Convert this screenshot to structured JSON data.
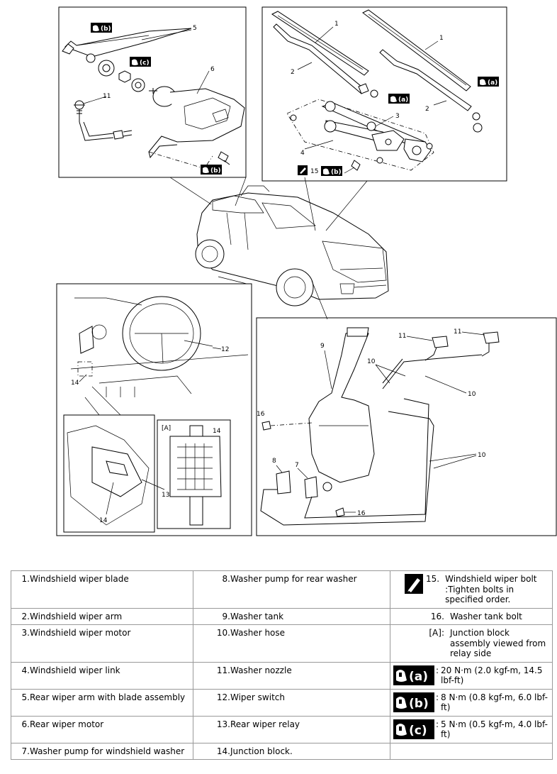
{
  "diagram": {
    "callouts": {
      "n1a": "1",
      "n1b": "1",
      "n2a": "2",
      "n2b": "2",
      "n3": "3",
      "n4": "4",
      "n5": "5",
      "n6": "6",
      "n7": "7",
      "n8": "8",
      "n9": "9",
      "n10a": "10",
      "n10b": "10",
      "n10c": "10",
      "n11a": "11",
      "n11b": "11",
      "n11c": "11",
      "n12": "12",
      "n13": "13",
      "n14a": "14",
      "n14b": "14",
      "n14c": "14",
      "n15": "15",
      "n16a": "16",
      "n16b": "16",
      "view_a": "[A]"
    },
    "torque_tags": {
      "a": "(a)",
      "b": "(b)",
      "c": "(c)"
    }
  },
  "legend": {
    "col1": [
      {
        "num": "1.",
        "text": "Windshield wiper blade"
      },
      {
        "num": "2.",
        "text": "Windshield wiper arm"
      },
      {
        "num": "3.",
        "text": "Windshield wiper motor"
      },
      {
        "num": "4.",
        "text": "Windshield wiper link"
      },
      {
        "num": "5.",
        "text": "Rear wiper arm with blade assembly"
      },
      {
        "num": "6.",
        "text": "Rear wiper motor"
      },
      {
        "num": "7.",
        "text": "Washer pump for windshield washer"
      }
    ],
    "col2": [
      {
        "num": "8.",
        "text": "Washer pump for rear washer"
      },
      {
        "num": "9.",
        "text": "Washer tank"
      },
      {
        "num": "10.",
        "text": "Washer hose"
      },
      {
        "num": "11.",
        "text": "Washer nozzle"
      },
      {
        "num": "12.",
        "text": "Wiper switch"
      },
      {
        "num": "13.",
        "text": "Rear wiper relay"
      },
      {
        "num": "14.",
        "text": "Junction block."
      }
    ],
    "col3": [
      {
        "num": "15.",
        "text": "Windshield wiper bolt :Tighten bolts in specified order."
      },
      {
        "num": "16.",
        "text": "Washer tank bolt"
      },
      {
        "num": "[A]:",
        "text": "Junction block assembly viewed from relay side"
      },
      {
        "tag": "(a)",
        "text": "20 N·m (2.0 kgf-m, 14.5 lbf-ft)"
      },
      {
        "tag": "(b)",
        "text": "8 N·m (0.8 kgf-m, 6.0 lbf-ft)"
      },
      {
        "tag": "(c)",
        "text": "5 N·m (0.5 kgf-m, 4.0 lbf-ft)"
      }
    ]
  }
}
